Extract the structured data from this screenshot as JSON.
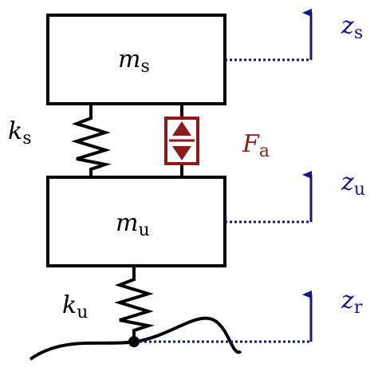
{
  "colors": {
    "line": "#000000",
    "actuator": "#8B1A1A",
    "axis": "#14147A"
  },
  "labels": {
    "sprung_mass": {
      "base": "m",
      "sub": "s"
    },
    "unsprung_mass": {
      "base": "m",
      "sub": "u"
    },
    "suspension_spring": {
      "base": "k",
      "sub": "s"
    },
    "tire_spring": {
      "base": "k",
      "sub": "u"
    },
    "actuator_force": {
      "base": "F",
      "sub": "a"
    },
    "z_sprung": {
      "base": "z",
      "sub": "s"
    },
    "z_unsprung": {
      "base": "z",
      "sub": "u"
    },
    "z_road": {
      "base": "z",
      "sub": "r"
    }
  }
}
